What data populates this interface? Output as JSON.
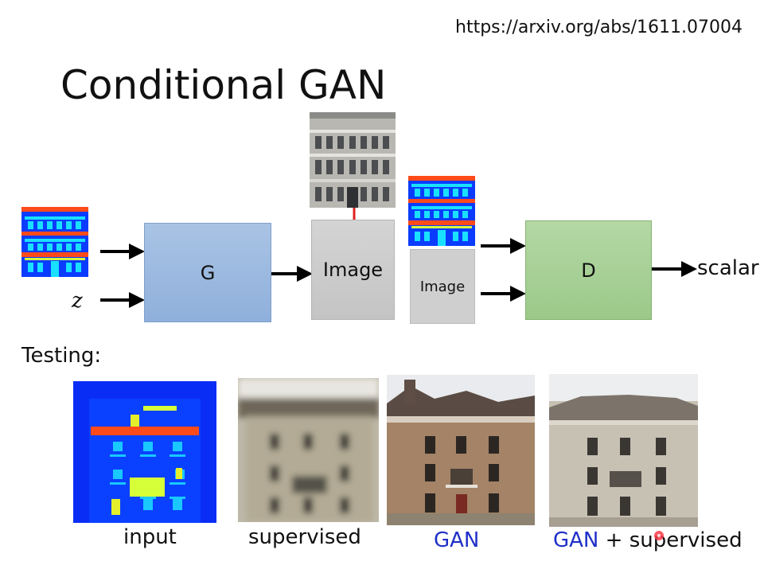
{
  "header": {
    "url": "https://arxiv.org/abs/1611.07004",
    "title": "Conditional GAN"
  },
  "diagram": {
    "z_label": "z",
    "generator_label": "G",
    "generated_image_label": "Image",
    "real_image_label": "Image",
    "discriminator_label": "D",
    "output_label": "scalar",
    "arrow_color": "#000000",
    "highlight_arrow_color": "#e02020"
  },
  "testing": {
    "label": "Testing:",
    "captions": {
      "input": "input",
      "supervised": "supervised",
      "gan": "GAN",
      "gan_plus_prefix": "GAN",
      "gan_plus_suffix": " + supervised"
    },
    "gan_color": "#1f2fc8"
  },
  "colors": {
    "label_map_blue": "#0a3cff",
    "label_map_orange": "#ff4a1a",
    "label_map_cyan": "#19e0ff",
    "generator_fill": "#9fbde3",
    "discriminator_fill": "#a8d196",
    "image_fill": "#cdcdcd"
  }
}
